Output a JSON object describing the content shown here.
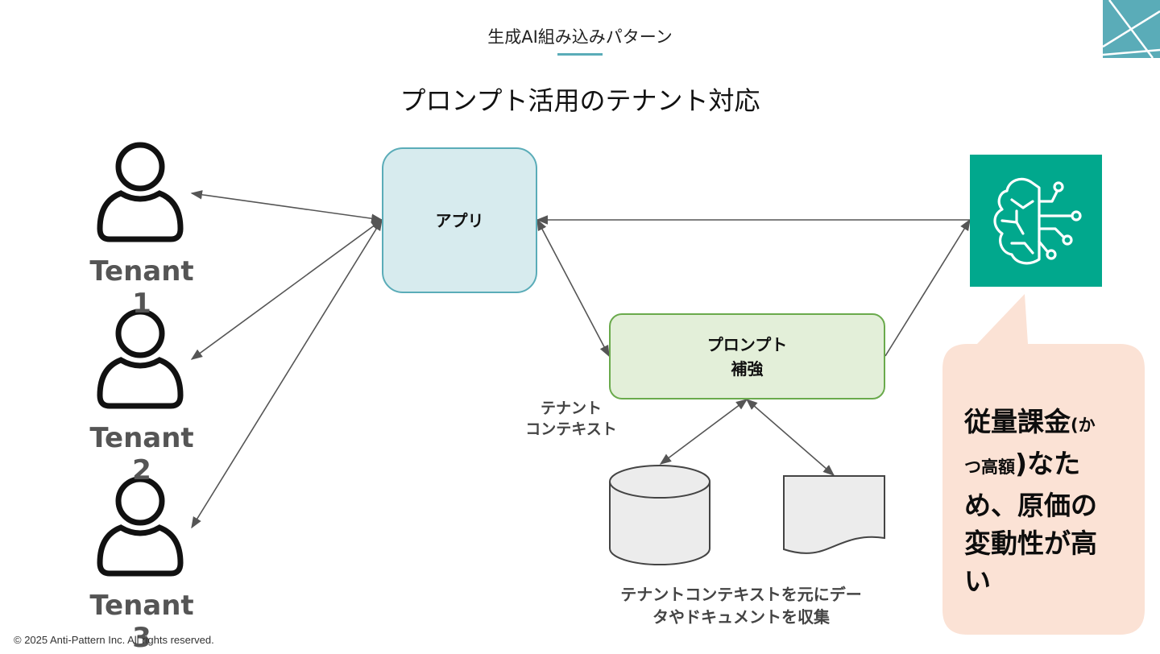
{
  "header": {
    "section_title": "生成AI組み込みパターン",
    "slide_title": "プロンプト活用のテナント対応"
  },
  "tenants": [
    {
      "label": "Tenant 1"
    },
    {
      "label": "Tenant 2"
    },
    {
      "label": "Tenant 3"
    }
  ],
  "app_box": {
    "label": "アプリ"
  },
  "prompt_box": {
    "line1": "プロンプト",
    "line2": "補強"
  },
  "tenant_context_label": {
    "line1": "テナント",
    "line2": "コンテキスト"
  },
  "documents_caption": {
    "line1": "テナントコンテキストを元にデー",
    "line2": "タやドキュメントを収集"
  },
  "llm_icon": {
    "name": "ai-brain-icon",
    "color": "#01a88d"
  },
  "callout": {
    "part1": "従量課金",
    "part2": "(か",
    "part3": "つ高額",
    "part4": ")なた",
    "part5": "め、原価の",
    "part6": "変動性が高",
    "part7": "い",
    "bg_color": "#fbe2d5"
  },
  "colors": {
    "app_fill": "#d7ebee",
    "app_border": "#5aacb8",
    "prompt_fill": "#e3efd9",
    "prompt_border": "#6aaa4c",
    "accent": "#5aacb8"
  },
  "footer": {
    "copyright": "© 2025 Anti-Pattern Inc. All rights reserved."
  }
}
